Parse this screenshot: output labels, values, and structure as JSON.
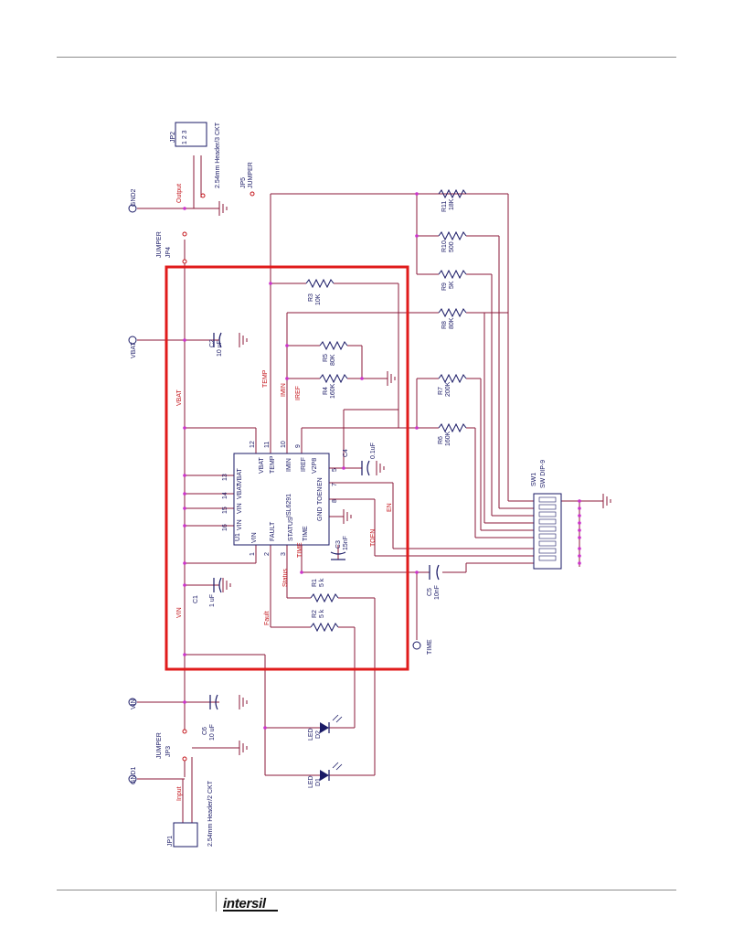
{
  "footer": {
    "logo": "intersil"
  },
  "labels": {
    "jp2_title": "JP2",
    "jp2_pins": "1 2 3",
    "jp2_desc": "2.54mm Header/3 CKT",
    "output": "Output",
    "jp5": "JP5",
    "jp5_desc": "JUMPER",
    "gnd2": "GND2",
    "jp4_jumper": "JUMPER",
    "jp4": "JP4",
    "vbat_port": "VBAT",
    "c2": "C2",
    "c2_val": "10 uF",
    "vbat_net": "VBAT",
    "r3": "R3",
    "r3_val": "10K",
    "r5": "R5",
    "r5_val": "80K",
    "r4": "R4",
    "r4_val": "160K",
    "temp": "TEMP",
    "imin": "IMIN",
    "iref": "IREF",
    "r11": "R11",
    "r11_val": "18K",
    "r10": "R10",
    "r10_val": "500",
    "r9": "R9",
    "r9_val": "5K",
    "r8": "R8",
    "r8_val": "80K",
    "r7": "R7",
    "r7_val": "200K",
    "r6": "R6",
    "r6_val": "160K",
    "ic_name": "ISL6291",
    "u1": "U1",
    "pin_vbat_a": "VBAT",
    "pin_vbat_b": "VBAT",
    "pin_vbat_c": "VBAT",
    "pin_vin_a": "VIN",
    "pin_vin_b": "VIN",
    "pin_vin_c": "VIN",
    "pin_temp": "TEMP",
    "pin_imin": "IMIN",
    "pin_iref": "IREF",
    "pin_v2p8": "V2P8",
    "pin_en": "EN",
    "pin_toen": "TOEN",
    "pin_gnd": "GND",
    "pin_time": "TIME",
    "pin_status": "STATUS",
    "pin_fault": "FAULT",
    "c4": "C4",
    "c4_val": "0.1uF",
    "en": "EN",
    "toen": "TOEN",
    "sw1": "SW1",
    "sw1_desc": "SW DIP-9",
    "c3": "C3",
    "c3_val": "15nF",
    "time_net": "TIME",
    "status": "Status",
    "fault": "Fault",
    "r1": "R1",
    "r1_val": "5 k",
    "r2": "R2",
    "r2_val": "5 k",
    "c5": "C5",
    "c5_val": "10nF",
    "time_port": "TIME",
    "c1": "C1",
    "c1_val": "1 uF",
    "vin_net": "VIN",
    "vin_port": "VIN",
    "c6": "C6",
    "c6_val": "10 uF",
    "jp3_jumper": "JUMPER",
    "jp3": "JP3",
    "gnd1": "GND1",
    "input": "Input",
    "jp1": "JP1",
    "jp1_desc": "2.54mm Header/2 CKT",
    "d2": "LED",
    "d2_ref": "D2",
    "d1": "LED",
    "d1_ref": "D1",
    "pin1": "1",
    "pin2": "2",
    "pin3": "3",
    "pin7": "7",
    "pin8": "8",
    "pin9": "9",
    "pin10": "10",
    "pin11": "11",
    "pin12": "12",
    "pin13": "13",
    "pin14": "14",
    "pin15": "15",
    "pin16": "16",
    "pin5": "5"
  },
  "colors": {
    "wire": "#8b1a3a",
    "component": "#1a1a66",
    "highlight_box": "#e01b1b",
    "net_label": "#c4161c",
    "junction": "#cc33cc"
  }
}
